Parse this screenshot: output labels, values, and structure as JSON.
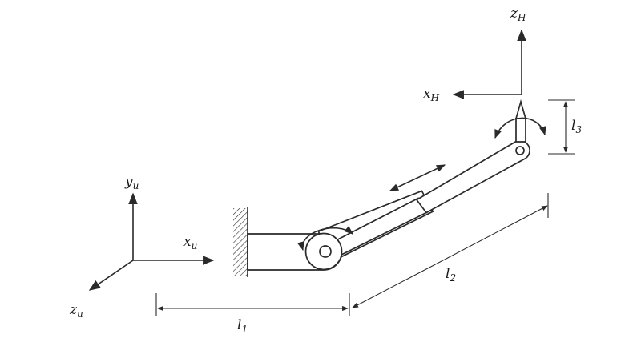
{
  "base_frame": {
    "y_axis": {
      "symbol": "y",
      "subscript": "u"
    },
    "x_axis": {
      "symbol": "x",
      "subscript": "u"
    },
    "z_axis": {
      "symbol": "z",
      "subscript": "u"
    }
  },
  "hand_frame": {
    "z_axis": {
      "symbol": "z",
      "subscript": "H"
    },
    "x_axis": {
      "symbol": "x",
      "subscript": "H"
    }
  },
  "dimensions": {
    "l1": {
      "symbol": "l",
      "subscript": "1"
    },
    "l2": {
      "symbol": "l",
      "subscript": "2"
    },
    "l3": {
      "symbol": "l",
      "subscript": "3"
    }
  },
  "colors": {
    "ink": "#2a2a2a",
    "background": "#ffffff"
  }
}
